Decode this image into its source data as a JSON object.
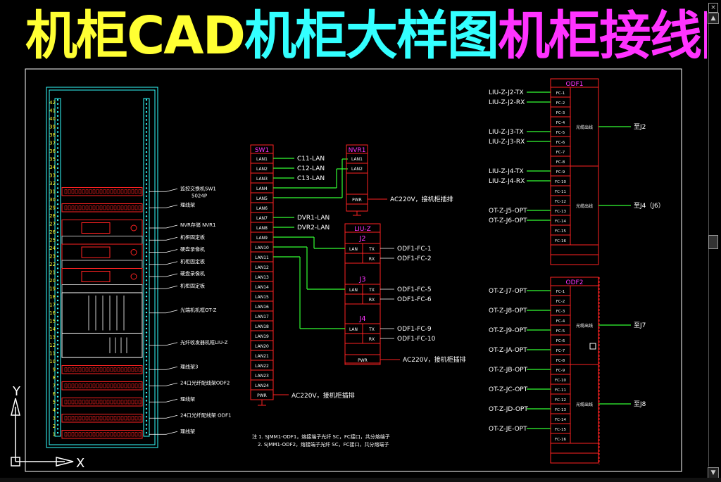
{
  "title": {
    "part1": "机柜CAD",
    "part2": "机柜大样图",
    "part3": "机柜接线图"
  },
  "colors": {
    "yellow": "#ffff33",
    "cyan": "#33ffff",
    "magenta": "#ff33ff",
    "red": "#ff2222",
    "green": "#33ff33",
    "white": "#ffffff"
  },
  "ucs": {
    "y": "Y",
    "x": "X"
  },
  "rack": {
    "numbers": [
      "42",
      "41",
      "40",
      "39",
      "38",
      "37",
      "36",
      "35",
      "34",
      "33",
      "32",
      "31",
      "30",
      "29",
      "28",
      "27",
      "26",
      "25",
      "24",
      "23",
      "22",
      "21",
      "20",
      "19",
      "18",
      "17",
      "16",
      "15",
      "14",
      "13",
      "12",
      "11",
      "10",
      "9",
      "8",
      "7",
      "6",
      "5",
      "4",
      "3",
      "2",
      "1"
    ],
    "labels": [
      "监控交换机SW1",
      "5024P",
      "理线架",
      "NVR存储 NVR1",
      "机柜固定板",
      "硬盘录像机",
      "机柜固定板",
      "硬盘录像机",
      "机柜固定板",
      "光端机机框OT-Z",
      "光纤收发器机框LIU-Z",
      "理线架3",
      "24口光纤配线架ODF2",
      "理线架",
      "24口光纤配线架 ODF1",
      "理线架"
    ]
  },
  "sw1": {
    "title": "SW1",
    "ports": [
      "LAN1",
      "LAN2",
      "LAN3",
      "LAN4",
      "LAN5",
      "LAN6",
      "LAN7",
      "LAN8",
      "LAN9",
      "LAN10",
      "LAN11",
      "LAN12",
      "LAN13",
      "LAN14",
      "LAN15",
      "LAN16",
      "LAN17",
      "LAN18",
      "LAN19",
      "LAN20",
      "LAN21",
      "LAN22",
      "LAN23",
      "LAN24",
      "PWR"
    ],
    "connections": [
      "C11-LAN",
      "C12-LAN",
      "C13-LAN",
      "DVR1-LAN",
      "DVR2-LAN"
    ],
    "power": "AC220V，接机柜插排"
  },
  "nvr1": {
    "title": "NVR1",
    "ports": [
      "LAN1",
      "LAN2",
      "PWR"
    ],
    "power": "AC220V，接机柜插排"
  },
  "liuz": {
    "title": "LIU-Z",
    "units": [
      {
        "name": "J2",
        "tx": "ODF1-FC-1",
        "rx": "ODF1-FC-2"
      },
      {
        "name": "J3",
        "tx": "ODF1-FC-5",
        "rx": "ODF1-FC-6"
      },
      {
        "name": "J4",
        "tx": "ODF1-FC-9",
        "rx": "ODF1-FC-10"
      }
    ],
    "port_lan": "LAN",
    "port_tx": "TX",
    "port_rx": "RX",
    "pwr": "PWR",
    "power": "AC220V，接机柜插排"
  },
  "odf1": {
    "title": "ODF1",
    "left": [
      "LIU-Z-J2-TX",
      "LIU-Z-J2-RX",
      "LIU-Z-J3-TX",
      "LIU-Z-J3-RX",
      "LIU-Z-J4-TX",
      "LIU-Z-J4-RX",
      "OT-Z-J5-OPT",
      "OT-Z-J6-OPT"
    ],
    "ports": [
      "FC-1",
      "FC-2",
      "FC-3",
      "FC-4",
      "FC-5",
      "FC-6",
      "FC-7",
      "FC-8",
      "FC-9",
      "FC-10",
      "FC-11",
      "FC-12",
      "FC-13",
      "FC-14",
      "FC-15",
      "FC-16"
    ],
    "groups": [
      "光缆出线",
      "光缆出线"
    ],
    "right": [
      "至J2",
      "至J4（J6）"
    ]
  },
  "odf2": {
    "title": "ODF2",
    "left": [
      "OT-Z-J7-OPT",
      "OT-Z-J8-OPT",
      "OT-Z-J9-OPT",
      "OT-Z-JA-OPT",
      "OT-Z-JB-OPT",
      "OT-Z-JC-OPT",
      "OT-Z-JD-OPT",
      "OT-Z-JE-OPT"
    ],
    "ports": [
      "FC-1",
      "FC-2",
      "FC-3",
      "FC-4",
      "FC-5",
      "FC-6",
      "FC-7",
      "FC-8",
      "FC-9",
      "FC-10",
      "FC-11",
      "FC-12",
      "FC-13",
      "FC-14",
      "FC-15",
      "FC-16"
    ],
    "groups": [
      "光缆出线",
      "光缆出线"
    ],
    "right": [
      "至J7",
      "至J8"
    ]
  },
  "notes": [
    "注 1. SJMM1-ODF1，熔接端子光纤 SC，FC接口，共分熔端子",
    "2. SJMM1-ODF2，熔接端子光纤 SC，FC接口，共分熔端子"
  ]
}
